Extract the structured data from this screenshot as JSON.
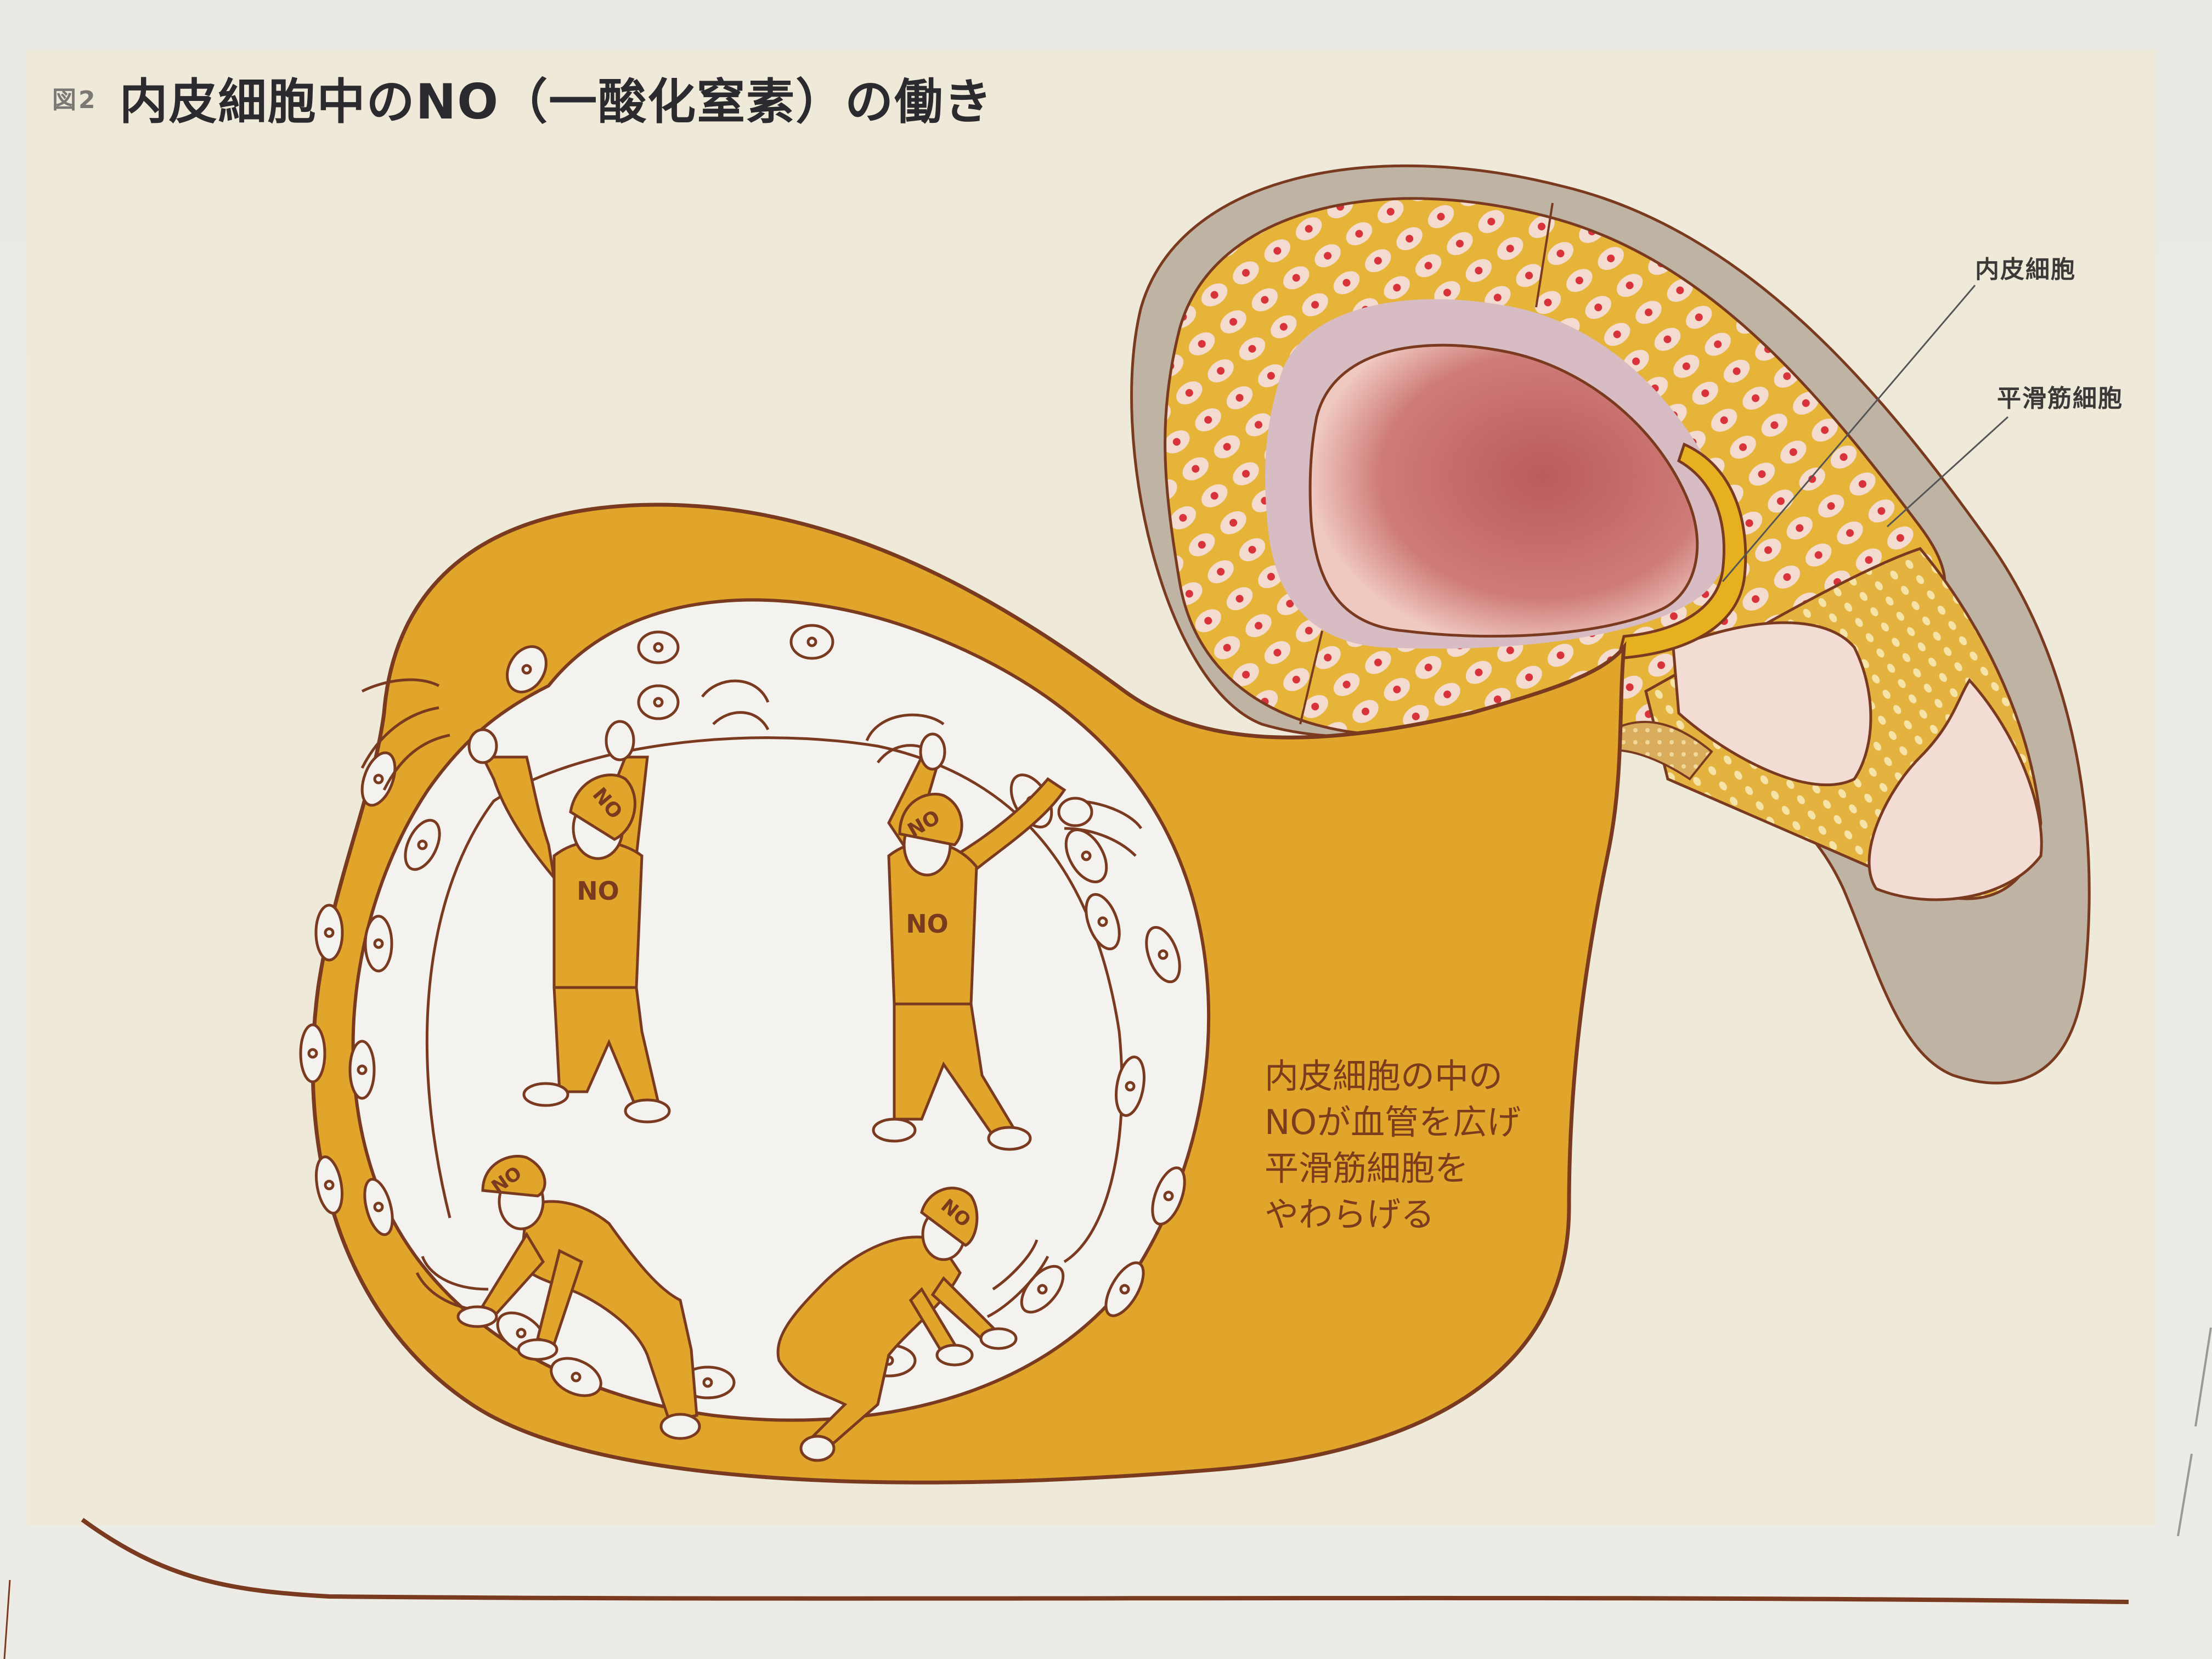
{
  "figure": {
    "number_label": "図2",
    "title": "内皮細胞中のNO（一酸化窒素）の働き"
  },
  "vessel_labels": {
    "endothelial": "内皮細胞",
    "smooth_muscle": "平滑筋細胞"
  },
  "caption": {
    "lines": [
      "内皮細胞の中の",
      "NOが血管を広げ",
      "平滑筋細胞を",
      "やわらげる"
    ]
  },
  "workers": [
    {
      "helmet": "NO",
      "shirt": "NO",
      "pose": "stretching-up-left"
    },
    {
      "helmet": "NO",
      "shirt": "NO",
      "pose": "stretching-up-right"
    },
    {
      "helmet": "NO",
      "shirt": "",
      "pose": "crouching-left"
    },
    {
      "helmet": "NO",
      "shirt": "",
      "pose": "crouching-right"
    }
  ],
  "colors": {
    "mustard": "#e0a52a",
    "outline": "#7a3a1f",
    "lumen_white": "#f3f2ee",
    "paper": "#efe9d9",
    "vessel_gray": "#bfb4a3",
    "vessel_pink": "#c9706e",
    "nucleus_red": "#d8323a",
    "title_text": "#2b2a2e",
    "caption_text": "#7b3b1c"
  }
}
